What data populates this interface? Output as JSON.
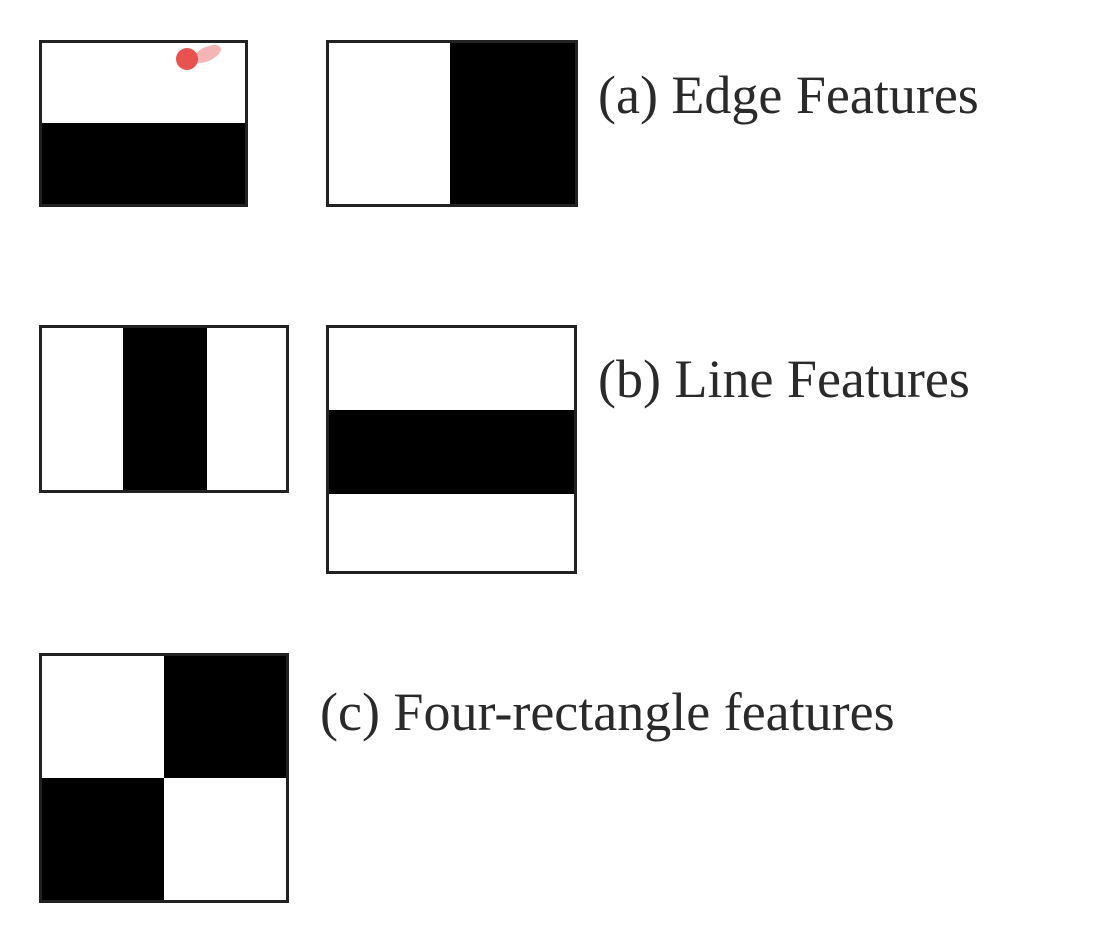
{
  "sections": {
    "edge": {
      "caption": "(a) Edge Features"
    },
    "line": {
      "caption": "(b) Line Features"
    },
    "four": {
      "caption": "(c) Four-rectangle features"
    }
  },
  "colors": {
    "dark": "#000000",
    "light": "#ffffff",
    "border": "#222222",
    "text": "#2a2a2a",
    "marker": "#e8524f"
  }
}
